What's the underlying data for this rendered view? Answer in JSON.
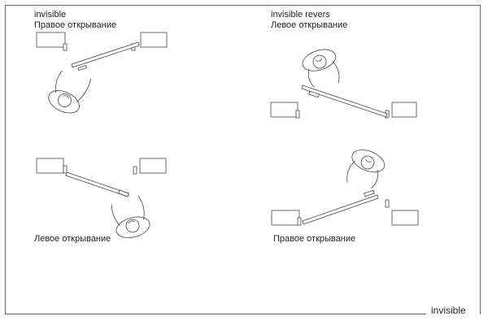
{
  "diagrams": [
    {
      "title": "invisible",
      "caption": "Правое открывание"
    },
    {
      "title": "invisible revers",
      "caption": "Левое открывание"
    },
    {
      "title": "",
      "caption": "Левое открывание"
    },
    {
      "title": "",
      "caption": "Правое открывание"
    }
  ],
  "brand": "invisible",
  "colors": {
    "stroke": "#444444",
    "fill": "#ffffff"
  }
}
